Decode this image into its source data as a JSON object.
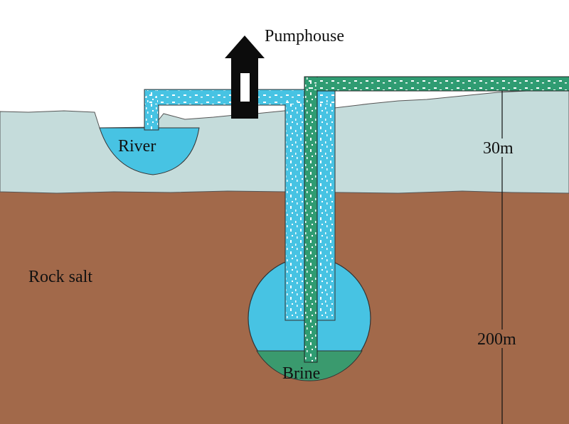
{
  "labels": {
    "pumphouse": "Pumphouse",
    "river": "River",
    "rock_salt": "Rock salt",
    "brine": "Brine",
    "depth_top": "30m",
    "depth_bottom": "200m"
  },
  "colors": {
    "sky": "#ffffff",
    "topsoil": "#c5dcdb",
    "rock_salt": "#a2694a",
    "water": "#47c3e3",
    "brine": "#3a9a6e",
    "pipe_green": "#2f9c72",
    "pumphouse": "#0c0c0c"
  }
}
